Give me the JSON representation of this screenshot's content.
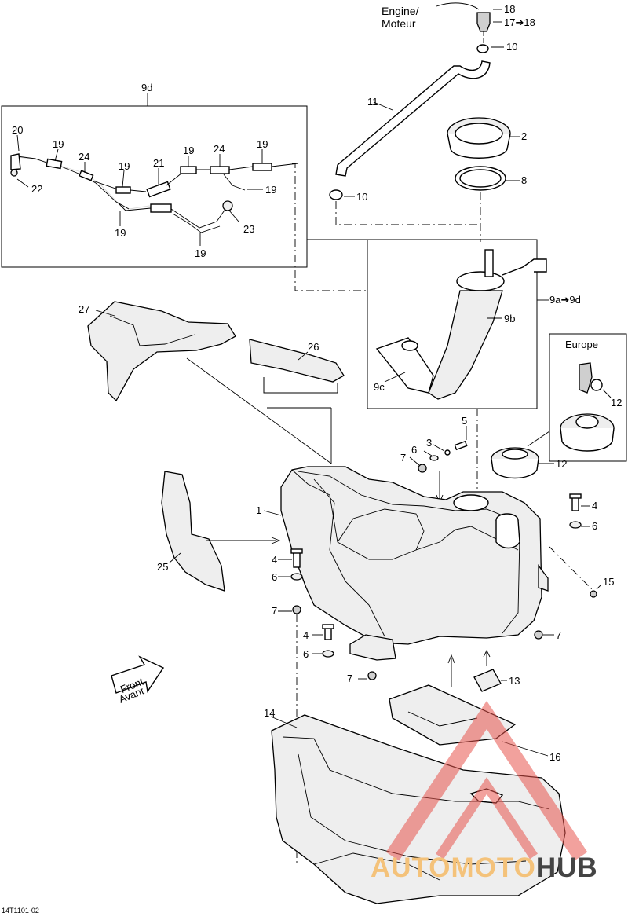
{
  "drawing_number": "14T1101-02",
  "engine_label": [
    "Engine/",
    "Moteur"
  ],
  "detail_box_label": "9d",
  "europe_box_label": "Europe",
  "front_arrow": [
    "Front",
    "Avant"
  ],
  "callouts": {
    "c18": "18",
    "c17": "17➔18",
    "c10a": "10",
    "c11": "11",
    "c2": "2",
    "c8": "8",
    "c10b": "10",
    "c9range": "9a➔9d",
    "c9b": "9b",
    "c9c": "9c",
    "c12a": "12",
    "c12b": "12",
    "c27": "27",
    "c26": "26",
    "c5": "5",
    "c3": "3",
    "c6a": "6",
    "c7a": "7",
    "c1": "1",
    "c4a": "4",
    "c6b": "6",
    "c4b": "4",
    "c6c": "6",
    "c7b": "7",
    "c25": "25",
    "c15": "15",
    "c7c": "7",
    "c4c": "4",
    "c6d": "6",
    "c7d": "7",
    "c13": "13",
    "c14": "14",
    "c16": "16",
    "d20": "20",
    "d19a": "19",
    "d24a": "24",
    "d19b": "19",
    "d21": "21",
    "d19c": "19",
    "d24b": "24",
    "d19d": "19",
    "d19e": "19",
    "d22": "22",
    "d19f": "19",
    "d23": "23",
    "d19g": "19"
  },
  "watermark": {
    "part1": "AUTOMOTO",
    "part2": "HUB",
    "color_main": "#f4c27a",
    "color_accent": "#444444",
    "triangle_color": "#e8534d"
  }
}
